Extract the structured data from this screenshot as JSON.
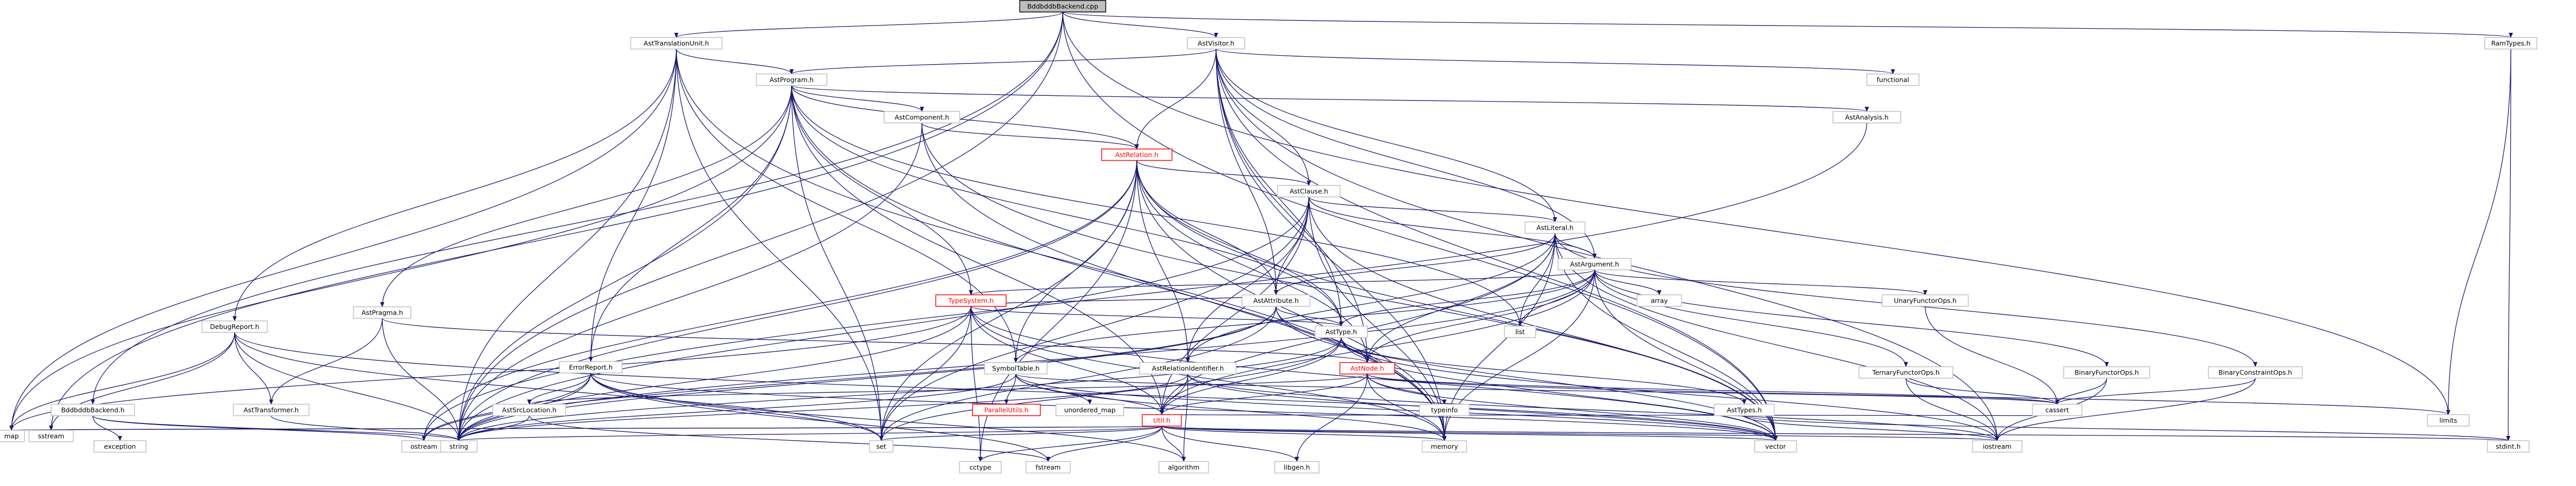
{
  "diagram": {
    "title": "",
    "colors": {
      "edge": "#191970",
      "node_fill": "#ffffff",
      "node_stroke": "#bfbfbf",
      "root_fill": "#bfbfbf",
      "root_stroke": "#000000",
      "link_text": "#000000",
      "truncated_stroke": "#ff0000",
      "truncated_text": "#ff0000"
    },
    "nodes": [
      {
        "id": "root",
        "label": "BddbddbBackend.cpp",
        "kind": "root"
      },
      {
        "id": "atu",
        "label": "AstTranslationUnit.h",
        "kind": "link"
      },
      {
        "id": "avis",
        "label": "AstVisitor.h",
        "kind": "link"
      },
      {
        "id": "ram",
        "label": "RamTypes.h",
        "kind": "link"
      },
      {
        "id": "aprog",
        "label": "AstProgram.h",
        "kind": "link"
      },
      {
        "id": "func",
        "label": "functional",
        "kind": "plain"
      },
      {
        "id": "acomp",
        "label": "AstComponent.h",
        "kind": "link"
      },
      {
        "id": "aana",
        "label": "AstAnalysis.h",
        "kind": "link"
      },
      {
        "id": "arel",
        "label": "AstRelation.h",
        "kind": "truncated"
      },
      {
        "id": "acl",
        "label": "AstClause.h",
        "kind": "link"
      },
      {
        "id": "alit",
        "label": "AstLiteral.h",
        "kind": "link"
      },
      {
        "id": "aarg",
        "label": "AstArgument.h",
        "kind": "link"
      },
      {
        "id": "tsys",
        "label": "TypeSystem.h",
        "kind": "truncated"
      },
      {
        "id": "aattr",
        "label": "AstAttribute.h",
        "kind": "link"
      },
      {
        "id": "array",
        "label": "array",
        "kind": "plain"
      },
      {
        "id": "unary",
        "label": "UnaryFunctorOps.h",
        "kind": "link"
      },
      {
        "id": "apragma",
        "label": "AstPragma.h",
        "kind": "link"
      },
      {
        "id": "dbgr",
        "label": "DebugReport.h",
        "kind": "link"
      },
      {
        "id": "atype",
        "label": "AstType.h",
        "kind": "link"
      },
      {
        "id": "list",
        "label": "list",
        "kind": "plain"
      },
      {
        "id": "symt",
        "label": "SymbolTable.h",
        "kind": "link"
      },
      {
        "id": "errr",
        "label": "ErrorReport.h",
        "kind": "link"
      },
      {
        "id": "arelid",
        "label": "AstRelationIdentifier.h",
        "kind": "link"
      },
      {
        "id": "anode",
        "label": "AstNode.h",
        "kind": "truncated"
      },
      {
        "id": "tern",
        "label": "TernaryFunctorOps.h",
        "kind": "link"
      },
      {
        "id": "binf",
        "label": "BinaryFunctorOps.h",
        "kind": "link"
      },
      {
        "id": "binc",
        "label": "BinaryConstraintOps.h",
        "kind": "link"
      },
      {
        "id": "bddh",
        "label": "BddbddbBackend.h",
        "kind": "link"
      },
      {
        "id": "atrans",
        "label": "AstTransformer.h",
        "kind": "link"
      },
      {
        "id": "par",
        "label": "ParallelUtils.h",
        "kind": "truncated"
      },
      {
        "id": "umap",
        "label": "unordered_map",
        "kind": "plain"
      },
      {
        "id": "asrc",
        "label": "AstSrcLocation.h",
        "kind": "link"
      },
      {
        "id": "util",
        "label": "Util.h",
        "kind": "truncated"
      },
      {
        "id": "typeinfo",
        "label": "typeinfo",
        "kind": "plain"
      },
      {
        "id": "atypes",
        "label": "AstTypes.h",
        "kind": "link"
      },
      {
        "id": "cassert",
        "label": "cassert",
        "kind": "plain"
      },
      {
        "id": "limits",
        "label": "limits",
        "kind": "plain"
      },
      {
        "id": "map",
        "label": "map",
        "kind": "plain"
      },
      {
        "id": "sstream",
        "label": "sstream",
        "kind": "plain"
      },
      {
        "id": "exception",
        "label": "exception",
        "kind": "plain"
      },
      {
        "id": "ostream",
        "label": "ostream",
        "kind": "plain"
      },
      {
        "id": "string",
        "label": "string",
        "kind": "plain"
      },
      {
        "id": "set",
        "label": "set",
        "kind": "plain"
      },
      {
        "id": "cctype",
        "label": "cctype",
        "kind": "plain"
      },
      {
        "id": "algorithm",
        "label": "algorithm",
        "kind": "plain"
      },
      {
        "id": "fstream",
        "label": "fstream",
        "kind": "plain"
      },
      {
        "id": "libgen",
        "label": "libgen.h",
        "kind": "plain"
      },
      {
        "id": "memory",
        "label": "memory",
        "kind": "plain"
      },
      {
        "id": "vector",
        "label": "vector",
        "kind": "plain"
      },
      {
        "id": "iostream",
        "label": "iostream",
        "kind": "plain"
      },
      {
        "id": "stdint",
        "label": "stdint.h",
        "kind": "plain"
      }
    ],
    "edges": [
      [
        "root",
        "atu"
      ],
      [
        "root",
        "avis"
      ],
      [
        "root",
        "ram"
      ],
      [
        "root",
        "bddh"
      ],
      [
        "root",
        "sstream"
      ],
      [
        "root",
        "limits"
      ],
      [
        "root",
        "vector"
      ],
      [
        "root",
        "string"
      ],
      [
        "atu",
        "aprog"
      ],
      [
        "atu",
        "errr"
      ],
      [
        "atu",
        "dbgr"
      ],
      [
        "atu",
        "symt"
      ],
      [
        "atu",
        "map"
      ],
      [
        "atu",
        "string"
      ],
      [
        "atu",
        "set"
      ],
      [
        "atu",
        "memory"
      ],
      [
        "avis",
        "aprog"
      ],
      [
        "avis",
        "func"
      ],
      [
        "avis",
        "arel"
      ],
      [
        "avis",
        "acl"
      ],
      [
        "avis",
        "alit"
      ],
      [
        "avis",
        "aarg"
      ],
      [
        "avis",
        "aattr"
      ],
      [
        "avis",
        "atype"
      ],
      [
        "avis",
        "anode"
      ],
      [
        "avis",
        "memory"
      ],
      [
        "avis",
        "vector"
      ],
      [
        "avis",
        "iostream"
      ],
      [
        "ram",
        "limits"
      ],
      [
        "ram",
        "stdint"
      ],
      [
        "aprog",
        "acomp"
      ],
      [
        "aprog",
        "aana"
      ],
      [
        "aprog",
        "arel"
      ],
      [
        "aprog",
        "apragma"
      ],
      [
        "aprog",
        "tsys"
      ],
      [
        "aprog",
        "errr"
      ],
      [
        "aprog",
        "atype"
      ],
      [
        "aprog",
        "util"
      ],
      [
        "aprog",
        "map"
      ],
      [
        "aprog",
        "string"
      ],
      [
        "aprog",
        "list"
      ],
      [
        "aprog",
        "set"
      ],
      [
        "aprog",
        "memory"
      ],
      [
        "acomp",
        "arel"
      ],
      [
        "acomp",
        "string"
      ],
      [
        "acomp",
        "vector"
      ],
      [
        "acomp",
        "memory"
      ],
      [
        "aana",
        "ostream"
      ],
      [
        "arel",
        "acl"
      ],
      [
        "arel",
        "aattr"
      ],
      [
        "arel",
        "atype"
      ],
      [
        "arel",
        "anode"
      ],
      [
        "arel",
        "arelid"
      ],
      [
        "arel",
        "symt"
      ],
      [
        "arel",
        "set"
      ],
      [
        "arel",
        "string"
      ],
      [
        "arel",
        "vector"
      ],
      [
        "arel",
        "memory"
      ],
      [
        "arel",
        "ostream"
      ],
      [
        "arel",
        "cctype"
      ],
      [
        "acl",
        "alit"
      ],
      [
        "acl",
        "aarg"
      ],
      [
        "acl",
        "aattr"
      ],
      [
        "acl",
        "arelid"
      ],
      [
        "acl",
        "util"
      ],
      [
        "acl",
        "string"
      ],
      [
        "acl",
        "vector"
      ],
      [
        "acl",
        "set"
      ],
      [
        "acl",
        "memory"
      ],
      [
        "alit",
        "aarg"
      ],
      [
        "alit",
        "aattr"
      ],
      [
        "alit",
        "anode"
      ],
      [
        "alit",
        "arelid"
      ],
      [
        "alit",
        "util"
      ],
      [
        "alit",
        "list"
      ],
      [
        "alit",
        "vector"
      ],
      [
        "alit",
        "memory"
      ],
      [
        "alit",
        "iostream"
      ],
      [
        "alit",
        "binc"
      ],
      [
        "aarg",
        "tsys"
      ],
      [
        "aarg",
        "unary"
      ],
      [
        "aarg",
        "tern"
      ],
      [
        "aarg",
        "binf"
      ],
      [
        "aarg",
        "array"
      ],
      [
        "aarg",
        "list"
      ],
      [
        "aarg",
        "anode"
      ],
      [
        "aarg",
        "atype"
      ],
      [
        "aarg",
        "symt"
      ],
      [
        "aarg",
        "memory"
      ],
      [
        "aarg",
        "string"
      ],
      [
        "aarg",
        "vector"
      ],
      [
        "aarg",
        "util"
      ],
      [
        "tsys",
        "aattr"
      ],
      [
        "tsys",
        "atype"
      ],
      [
        "tsys",
        "util"
      ],
      [
        "tsys",
        "map"
      ],
      [
        "tsys",
        "set"
      ],
      [
        "tsys",
        "string"
      ],
      [
        "tsys",
        "vector"
      ],
      [
        "tsys",
        "memory"
      ],
      [
        "tsys",
        "cctype"
      ],
      [
        "aattr",
        "atype"
      ],
      [
        "aattr",
        "anode"
      ],
      [
        "aattr",
        "string"
      ],
      [
        "aattr",
        "ostream"
      ],
      [
        "aattr",
        "set"
      ],
      [
        "aattr",
        "vector"
      ],
      [
        "unary",
        "cassert"
      ],
      [
        "apragma",
        "atrans"
      ],
      [
        "apragma",
        "anode"
      ],
      [
        "apragma",
        "string"
      ],
      [
        "dbgr",
        "atrans"
      ],
      [
        "dbgr",
        "sstream"
      ],
      [
        "dbgr",
        "map"
      ],
      [
        "dbgr",
        "string"
      ],
      [
        "dbgr",
        "vector"
      ],
      [
        "dbgr",
        "set"
      ],
      [
        "atype",
        "anode"
      ],
      [
        "atype",
        "atypes"
      ],
      [
        "atype",
        "util"
      ],
      [
        "atype",
        "string"
      ],
      [
        "atype",
        "set"
      ],
      [
        "atype",
        "vector"
      ],
      [
        "atype",
        "iostream"
      ],
      [
        "symt",
        "par"
      ],
      [
        "symt",
        "umap"
      ],
      [
        "symt",
        "util"
      ],
      [
        "symt",
        "string"
      ],
      [
        "symt",
        "vector"
      ],
      [
        "symt",
        "memory"
      ],
      [
        "symt",
        "cassert"
      ],
      [
        "errr",
        "asrc"
      ],
      [
        "errr",
        "algorithm"
      ],
      [
        "errr",
        "set"
      ],
      [
        "errr",
        "string"
      ],
      [
        "errr",
        "vector"
      ],
      [
        "errr",
        "ostream"
      ],
      [
        "errr",
        "fstream"
      ],
      [
        "arelid",
        "algorithm"
      ],
      [
        "arelid",
        "util"
      ],
      [
        "arelid",
        "string"
      ],
      [
        "arelid",
        "vector"
      ],
      [
        "arelid",
        "iostream"
      ],
      [
        "anode",
        "asrc"
      ],
      [
        "anode",
        "typeinfo"
      ],
      [
        "anode",
        "util"
      ],
      [
        "anode",
        "limits"
      ],
      [
        "anode",
        "libgen"
      ],
      [
        "anode",
        "memory"
      ],
      [
        "anode",
        "vector"
      ],
      [
        "anode",
        "cassert"
      ],
      [
        "tern",
        "cassert"
      ],
      [
        "tern",
        "iostream"
      ],
      [
        "binf",
        "cassert"
      ],
      [
        "binf",
        "iostream"
      ],
      [
        "binc",
        "cassert"
      ],
      [
        "binc",
        "iostream"
      ],
      [
        "bddh",
        "exception"
      ],
      [
        "bddh",
        "ostream"
      ],
      [
        "bddh",
        "string"
      ],
      [
        "atrans",
        "string"
      ],
      [
        "asrc",
        "fstream"
      ],
      [
        "asrc",
        "string"
      ],
      [
        "util",
        "algorithm"
      ],
      [
        "util",
        "cassert"
      ],
      [
        "util",
        "cctype"
      ],
      [
        "util",
        "fstream"
      ],
      [
        "util",
        "iostream"
      ],
      [
        "util",
        "libgen"
      ],
      [
        "util",
        "map"
      ],
      [
        "util",
        "memory"
      ],
      [
        "util",
        "set"
      ],
      [
        "util",
        "sstream"
      ],
      [
        "util",
        "string"
      ],
      [
        "util",
        "vector"
      ],
      [
        "util",
        "stdint"
      ],
      [
        "atypes",
        "stdint"
      ],
      [
        "atypes",
        "iostream"
      ]
    ]
  }
}
